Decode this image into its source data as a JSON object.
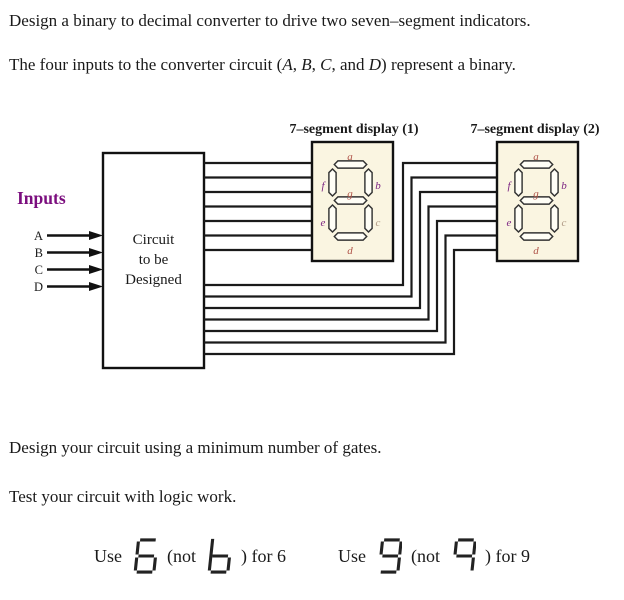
{
  "colors": {
    "heading_purple": "#7b0e7e",
    "text_black": "#1a1a1a",
    "display_background": "#faf5e1",
    "segment_label_red": "#b0564b",
    "segment_label_purple": "#7b2382",
    "segment_label_gray": "#b09a85",
    "wire_black": "#1a1a1a"
  },
  "intro": {
    "line1": "Design a binary to decimal converter to drive two seven–segment indicators.",
    "line2": {
      "pre": "The four inputs to the converter circuit (",
      "varA": "A",
      "sep1": ", ",
      "varB": "B",
      "sep2": ", ",
      "varC": "C",
      "sep3": ", and ",
      "varD": "D",
      "post": ") represent a binary."
    }
  },
  "diagram": {
    "inputs_label": "Inputs",
    "input_pins": [
      "A",
      "B",
      "C",
      "D"
    ],
    "circuit_box": {
      "line1": "Circuit",
      "line2": "to be",
      "line3": "Designed"
    },
    "display1_title": "7–segment display (1)",
    "display2_title": "7–segment display (2)",
    "segment_labels": {
      "a": "a",
      "b": "b",
      "c": "c",
      "d": "d",
      "e": "e",
      "f": "f",
      "g": "g"
    }
  },
  "notes": {
    "line1": "Design your circuit using a minimum number of gates.",
    "line2": "Test your circuit with logic work."
  },
  "legend": {
    "use_label": "Use",
    "not_open": "(not",
    "for6": ") for 6",
    "for9": ") for 9"
  }
}
